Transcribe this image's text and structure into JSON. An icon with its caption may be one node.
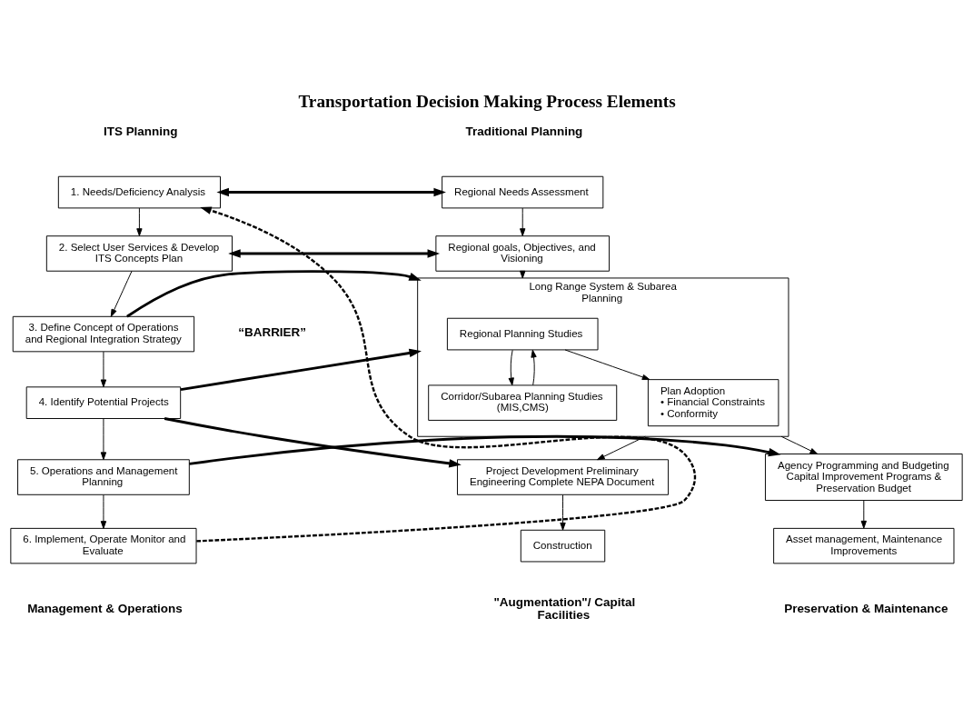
{
  "diagram": {
    "title": "Transportation Decision Making Process Elements",
    "nodes": [
      {
        "text": [
          "Regional Needs Assessment"
        ]
      },
      {
        "text": [
          "Regional goals, Objectives, and Visioning"
        ]
      },
      {
        "text": [
          "Long Range System & Subarea Planning"
        ]
      },
      {
        "text": [
          "Regional Planning Studies"
        ],
        "in": 2
      },
      {
        "text": [
          "Corridor/Subarea Planning Studies (MIS,CMS)"
        ],
        "in": 2
      },
      {
        "text": [
          "Plan Adoption",
          "• Financial Constraints",
          "• Conformity"
        ],
        "in": 2
      },
      {
        "text": [
          "Project Development Preliminary Engineering Complete NEPA Document"
        ]
      },
      {
        "text": [
          "Construction"
        ]
      },
      {
        "text": [
          "Agency Programming and Budgeting Capital Improvement Programs & Preservation Budget"
        ]
      },
      {
        "text": [
          "Asset management, Maintenance Improvements"
        ]
      },
      {
        "text": [
          "1. Needs/Deficiency Analysis"
        ]
      },
      {
        "text": [
          "2. Select User Services & Develop ITS Concepts Plan"
        ]
      },
      {
        "text": [
          "3. Define Concept of Operations and Regional Integration Strategy"
        ]
      },
      {
        "text": [
          "4. Identify Potential Projects"
        ]
      },
      {
        "text": [
          "5. Operations and Management Planning"
        ]
      },
      {
        "text": [
          "6. Implement, Operate Monitor and Evaluate"
        ]
      }
    ],
    "edges": [
      {
        "from": 0,
        "to": 1,
        "arrow": "to"
      },
      {
        "from": 1,
        "to": 2,
        "arrow": "to"
      },
      {
        "from": 3,
        "to": 4,
        "arrow": "to"
      },
      {
        "from": 4,
        "to": 3,
        "arrow": "to"
      },
      {
        "from": 3,
        "to": 5,
        "arrow": "to"
      },
      {
        "from": 2,
        "to": 6,
        "arrow": "to"
      },
      {
        "from": 2,
        "to": 8,
        "arrow": "to"
      },
      {
        "from": 6,
        "to": 7,
        "arrow": "to"
      },
      {
        "from": 8,
        "to": 9,
        "arrow": "to"
      },
      {
        "from": 0,
        "to": 10,
        "arrow": "both",
        "style": "thick"
      },
      {
        "from": 1,
        "to": 11,
        "arrow": "both",
        "style": "thick"
      },
      {
        "from": 12,
        "to": 2,
        "arrow": "to",
        "style": "thick"
      },
      {
        "from": 13,
        "to": 2,
        "arrow": "to",
        "style": "thick"
      },
      {
        "from": 13,
        "to": 6,
        "arrow": "to",
        "style": "thick"
      },
      {
        "from": 14,
        "to": 8,
        "arrow": "to",
        "style": "thick"
      },
      {
        "from": 10,
        "to": 11,
        "arrow": "to"
      },
      {
        "from": 11,
        "to": 12,
        "arrow": "to"
      },
      {
        "from": 12,
        "to": 13,
        "arrow": "to"
      },
      {
        "from": 13,
        "to": 14,
        "arrow": "to"
      },
      {
        "from": 14,
        "to": 15,
        "arrow": "to"
      },
      {
        "from": 15,
        "to": 10,
        "arrow": "to",
        "style": "dashed"
      }
    ],
    "labels": [
      "Traditional Planning",
      "ITS Planning",
      "“BARRIER”",
      "\"Augmentation\"/ Capital Facilities",
      "Preservation & Maintenance",
      "Management & Operations"
    ]
  }
}
